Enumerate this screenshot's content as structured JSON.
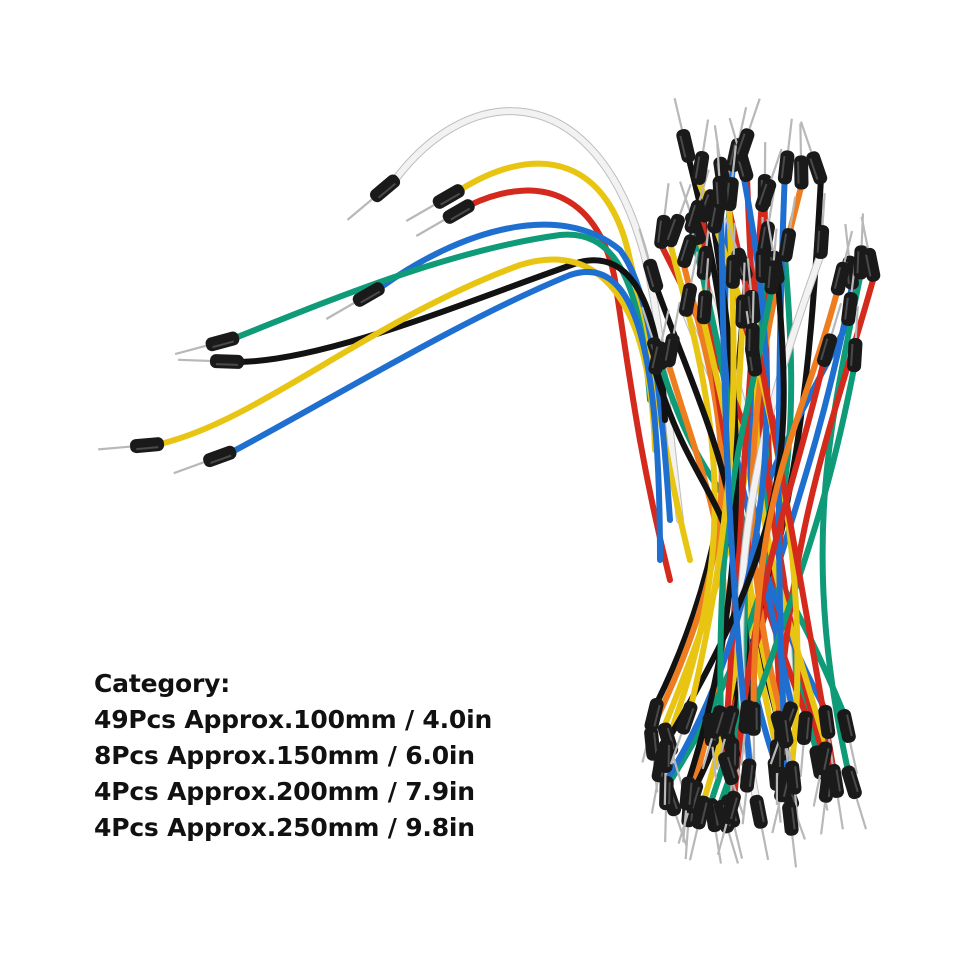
{
  "spec": {
    "heading": "Category:",
    "lines": [
      "49Pcs Approx.100mm / 4.0in",
      "8Pcs Approx.150mm / 6.0in",
      "4Pcs Approx.200mm / 7.9in",
      "4Pcs Approx.250mm / 9.8in"
    ]
  },
  "colors": {
    "background": "#ffffff",
    "text": "#111111",
    "pin_housing": "#1a1a1a",
    "pin_metal": "#b8b8b8",
    "wire_palette": [
      "#e8c513",
      "#1f6fd0",
      "#d42a1d",
      "#0f9a78",
      "#121212",
      "#f2f2f2",
      "#ee7d1f"
    ]
  }
}
